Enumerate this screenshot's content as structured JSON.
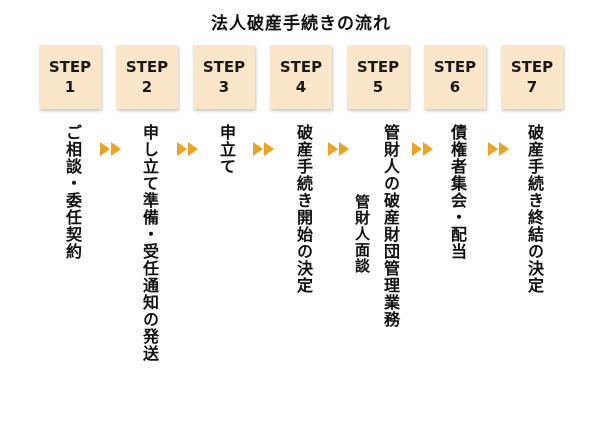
{
  "title": "法人破産手続きの流れ",
  "colors": {
    "step_box_bg": "#fae6c8",
    "arrow": "#f0a21c",
    "text": "#111111"
  },
  "steps": [
    {
      "label": "STEP",
      "number": "1",
      "text": "ご相談・委任契約"
    },
    {
      "label": "STEP",
      "number": "2",
      "text": "申し立て準備・受任通知の発送"
    },
    {
      "label": "STEP",
      "number": "3",
      "text": "申立て"
    },
    {
      "label": "STEP",
      "number": "4",
      "text": "破産手続き開始の決定"
    },
    {
      "label": "STEP",
      "number": "5",
      "text": "管財人の破産財団管理業務",
      "sub_text": "管財人面談"
    },
    {
      "label": "STEP",
      "number": "6",
      "text": "債権者集会・配当"
    },
    {
      "label": "STEP",
      "number": "7",
      "text": "破産手続き終結の決定"
    }
  ],
  "arrow_icon": "double-chevron-right-icon"
}
